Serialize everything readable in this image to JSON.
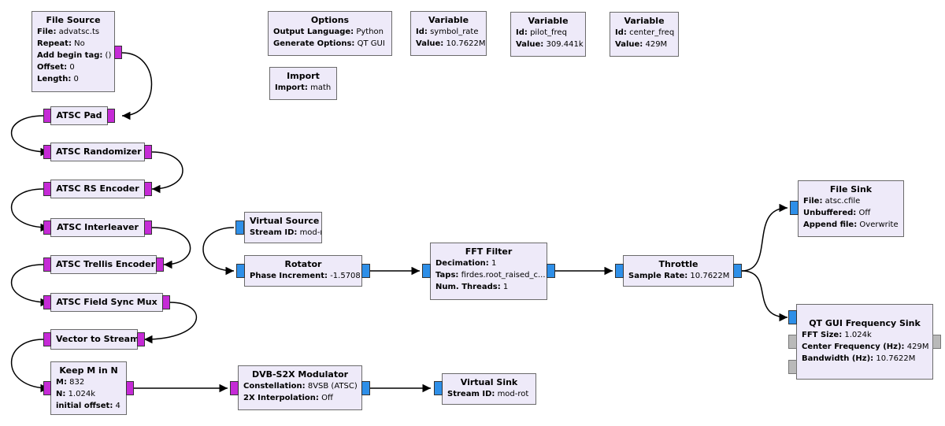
{
  "colors": {
    "canvas": "#ffffff",
    "block_fill": "#eeeaf9",
    "block_border": "#6b6b6b",
    "port_complex": "#2e8fe8",
    "port_byte": "#c52ad6",
    "port_message": "#b9b9b9",
    "wire": "#000000"
  },
  "blocks": {
    "file_source": {
      "title": "File Source",
      "params": [
        {
          "k": "File:",
          "v": "advatsc.ts"
        },
        {
          "k": "Repeat:",
          "v": "No"
        },
        {
          "k": "Add begin tag:",
          "v": "()"
        },
        {
          "k": "Offset:",
          "v": "0"
        },
        {
          "k": "Length:",
          "v": "0"
        }
      ]
    },
    "options": {
      "title": "Options",
      "params": [
        {
          "k": "Output Language:",
          "v": "Python"
        },
        {
          "k": "Generate Options:",
          "v": "QT GUI"
        }
      ]
    },
    "variable_symbol_rate": {
      "title": "Variable",
      "params": [
        {
          "k": "Id:",
          "v": "symbol_rate"
        },
        {
          "k": "Value:",
          "v": "10.7622M"
        }
      ]
    },
    "variable_pilot_freq": {
      "title": "Variable",
      "params": [
        {
          "k": "Id:",
          "v": "pilot_freq"
        },
        {
          "k": "Value:",
          "v": "309.441k"
        }
      ]
    },
    "variable_center_freq": {
      "title": "Variable",
      "params": [
        {
          "k": "Id:",
          "v": "center_freq"
        },
        {
          "k": "Value:",
          "v": "429M"
        }
      ]
    },
    "import": {
      "title": "Import",
      "params": [
        {
          "k": "Import:",
          "v": "math"
        }
      ]
    },
    "atsc_pad": {
      "title": "ATSC Pad"
    },
    "atsc_randomizer": {
      "title": "ATSC Randomizer"
    },
    "atsc_rs_encoder": {
      "title": "ATSC RS Encoder"
    },
    "atsc_interleaver": {
      "title": "ATSC Interleaver"
    },
    "atsc_trellis_encoder": {
      "title": "ATSC Trellis Encoder"
    },
    "atsc_field_sync_mux": {
      "title": "ATSC Field Sync Mux"
    },
    "vector_to_stream": {
      "title": "Vector to Stream"
    },
    "keep_m_in_n": {
      "title": "Keep M in N",
      "params": [
        {
          "k": "M:",
          "v": "832"
        },
        {
          "k": "N:",
          "v": "1.024k"
        },
        {
          "k": "initial offset:",
          "v": "4"
        }
      ]
    },
    "dvbs2x_modulator": {
      "title": "DVB-S2X Modulator",
      "params": [
        {
          "k": "Constellation:",
          "v": "8VSB (ATSC)"
        },
        {
          "k": "2X Interpolation:",
          "v": "Off"
        }
      ]
    },
    "virtual_sink": {
      "title": "Virtual Sink",
      "params": [
        {
          "k": "Stream ID:",
          "v": "mod-rot"
        }
      ]
    },
    "virtual_source": {
      "title": "Virtual Source",
      "params": [
        {
          "k": "Stream ID:",
          "v": "mod-rot"
        }
      ]
    },
    "rotator": {
      "title": "Rotator",
      "params": [
        {
          "k": "Phase Increment:",
          "v": "-1.5708"
        }
      ]
    },
    "fft_filter": {
      "title": "FFT Filter",
      "params": [
        {
          "k": "Decimation:",
          "v": "1"
        },
        {
          "k": "Taps:",
          "v": "firdes.root_raised_c..."
        },
        {
          "k": "Num. Threads:",
          "v": "1"
        }
      ]
    },
    "throttle": {
      "title": "Throttle",
      "params": [
        {
          "k": "Sample Rate:",
          "v": "10.7622M"
        }
      ]
    },
    "file_sink": {
      "title": "File Sink",
      "params": [
        {
          "k": "File:",
          "v": "atsc.cfile"
        },
        {
          "k": "Unbuffered:",
          "v": "Off"
        },
        {
          "k": "Append file:",
          "v": "Overwrite"
        }
      ]
    },
    "qt_gui_frequency_sink": {
      "title": "QT GUI Frequency Sink",
      "params": [
        {
          "k": "FFT Size:",
          "v": "1.024k"
        },
        {
          "k": "Center Frequency (Hz):",
          "v": "429M"
        },
        {
          "k": "Bandwidth (Hz):",
          "v": "10.7622M"
        }
      ]
    }
  }
}
